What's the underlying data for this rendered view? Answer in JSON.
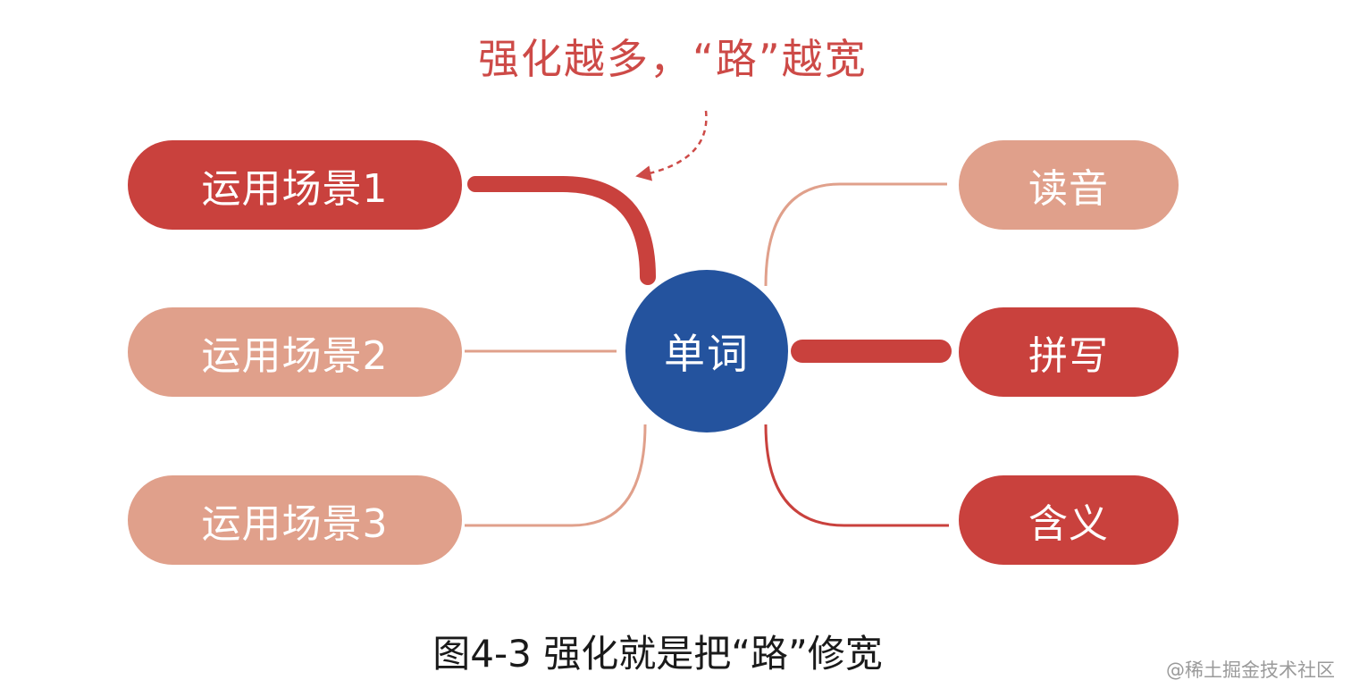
{
  "annotation": "强化越多，“路”越宽",
  "center": {
    "label": "单词"
  },
  "left_nodes": [
    {
      "label": "运用场景1",
      "strength": "strong"
    },
    {
      "label": "运用场景2",
      "strength": "weak"
    },
    {
      "label": "运用场景3",
      "strength": "weak"
    }
  ],
  "right_nodes": [
    {
      "label": "读音",
      "strength": "weak"
    },
    {
      "label": "拼写",
      "strength": "strong"
    },
    {
      "label": "含义",
      "strength": "strong"
    }
  ],
  "caption": "图4-3 强化就是把“路”修宽",
  "watermark": "@稀土掘金技术社区",
  "colors": {
    "strong": "#c9413d",
    "weak": "#e0a08b",
    "center": "#24539e",
    "annotation": "#cd4a47"
  }
}
